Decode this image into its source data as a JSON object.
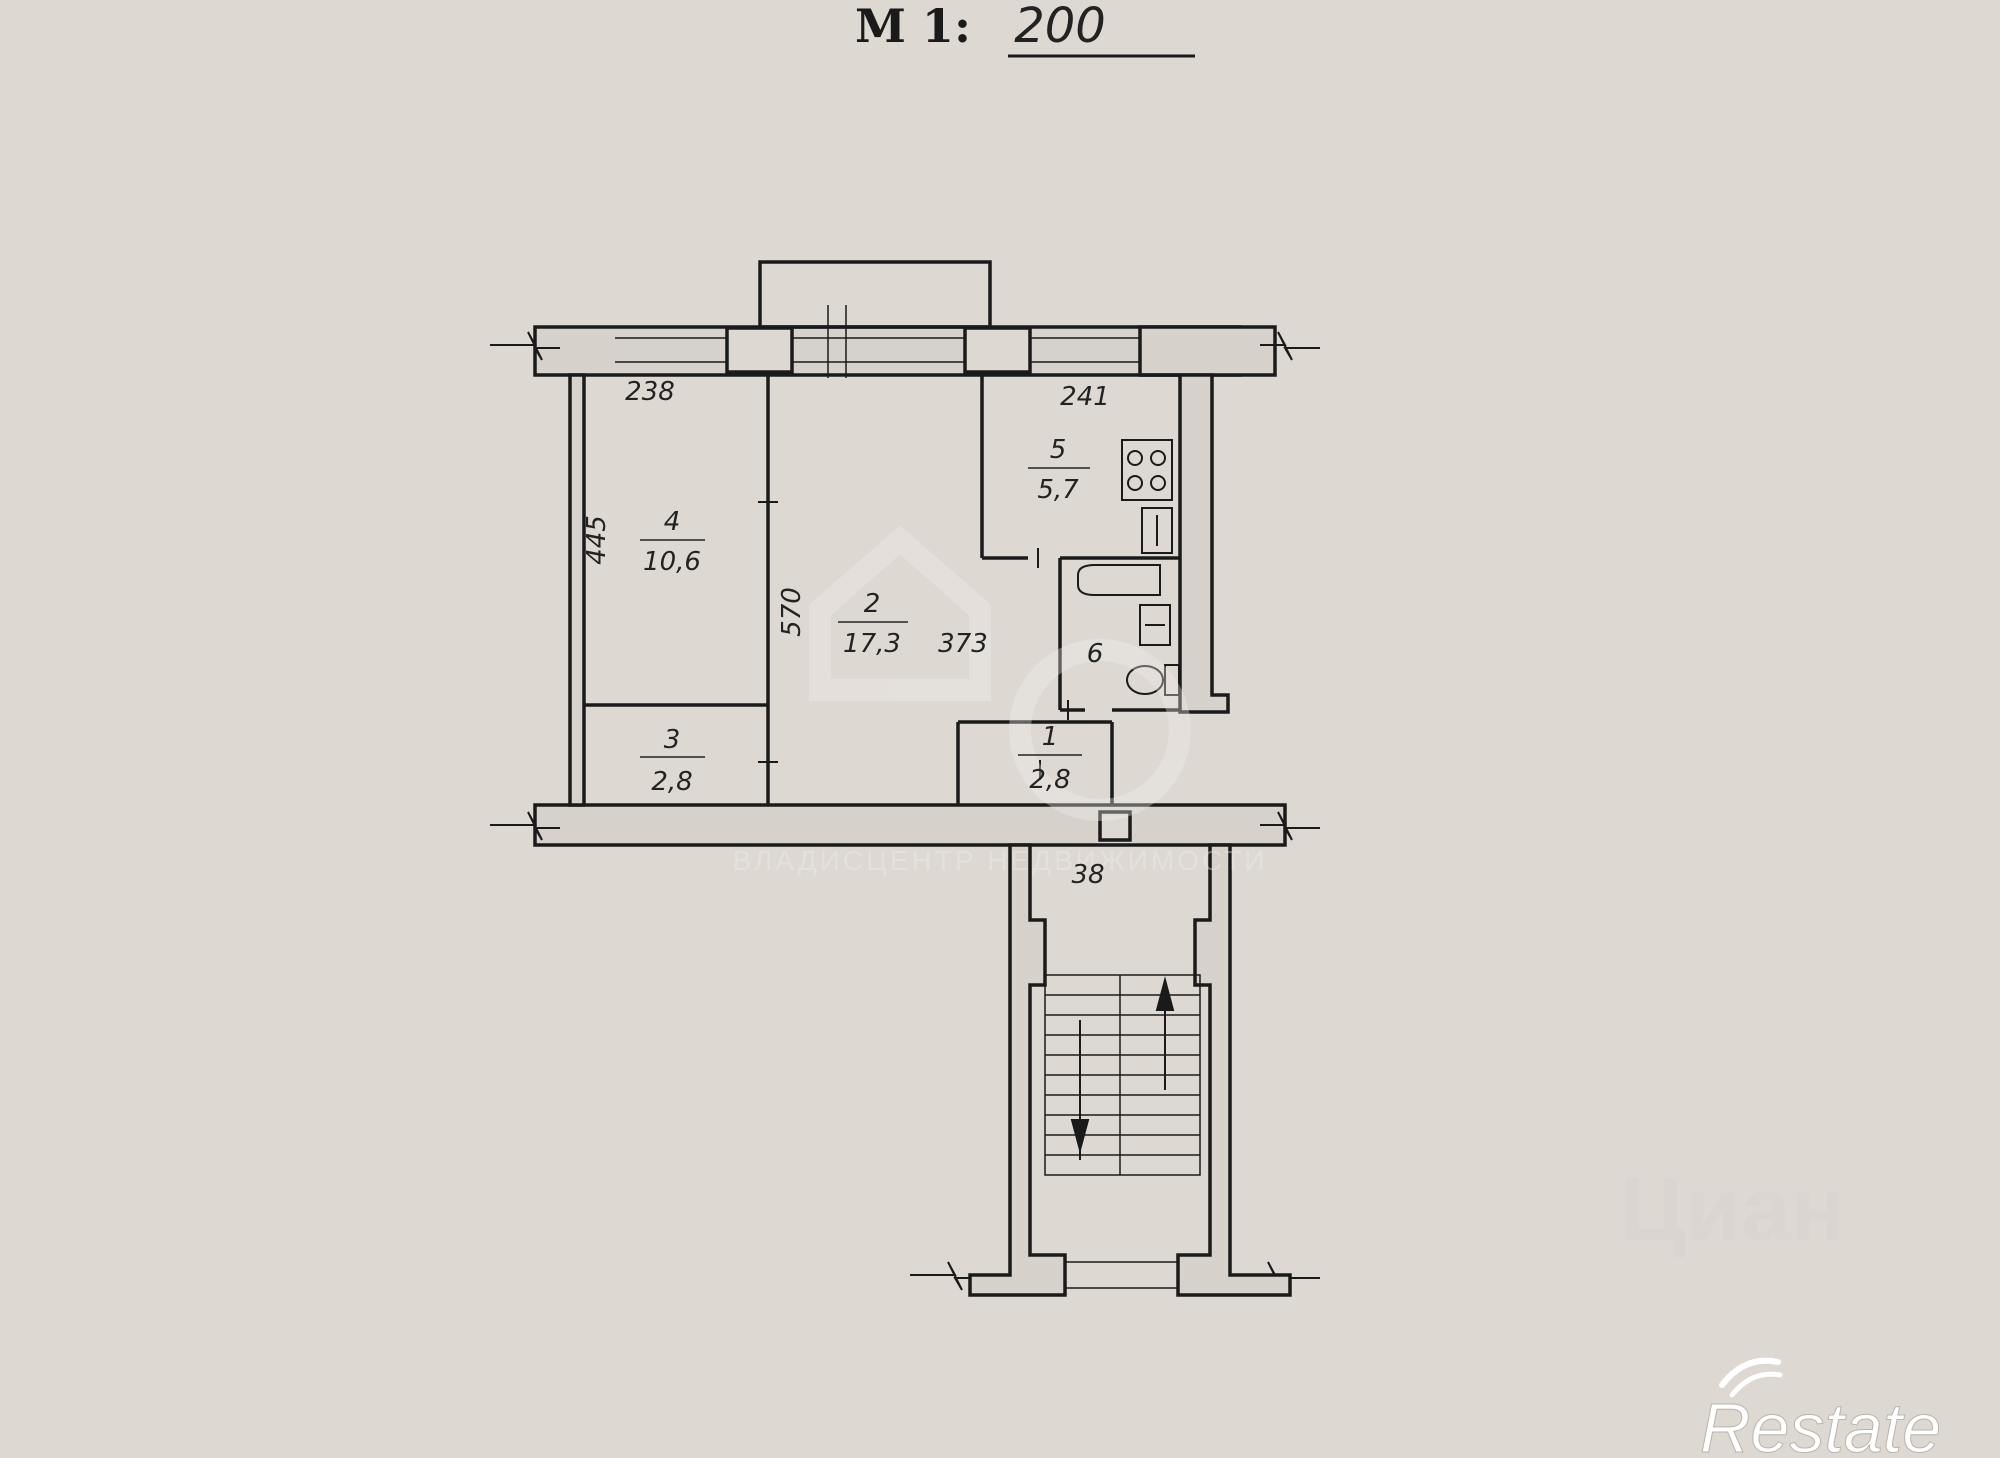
{
  "header": {
    "scale_label": "М 1:",
    "scale_value": "200"
  },
  "rooms": [
    {
      "number": "4",
      "area": "10,6"
    },
    {
      "number": "2",
      "area": "17,3"
    },
    {
      "number": "5",
      "area": "5,7"
    },
    {
      "number": "6",
      "area": ""
    },
    {
      "number": "3",
      "area": "2,8"
    },
    {
      "number": "1",
      "area": "2,8"
    }
  ],
  "dimensions": {
    "top_left": "238",
    "top_right": "241",
    "room4_height": "445",
    "room2_height": "570",
    "room2_width": "373",
    "entrance": "38"
  },
  "watermarks": {
    "agency": "ВЛАДИСЦЕНТР НЕДВИЖИМОСТИ",
    "brand": "Restate",
    "faint": "Циан"
  },
  "colors": {
    "paper": "#ddd8d2",
    "ink": "#1a1a1a",
    "wall": "#d6d1cb"
  }
}
